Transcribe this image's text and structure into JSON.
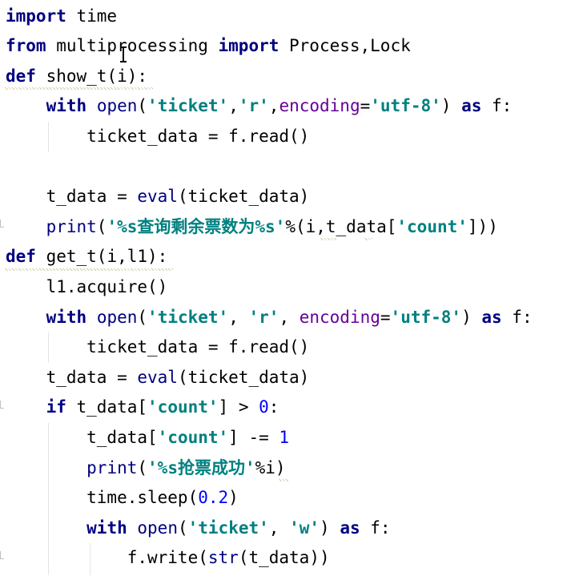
{
  "editor": {
    "lines": [
      [
        {
          "t": "import",
          "c": "kw"
        },
        {
          "t": " time",
          "c": "plain"
        }
      ],
      [
        {
          "t": "from",
          "c": "kw"
        },
        {
          "t": " multiprocessing ",
          "c": "plain"
        },
        {
          "t": "import",
          "c": "kw"
        },
        {
          "t": " Process,Lock",
          "c": "plain"
        }
      ],
      [
        {
          "t": "def",
          "c": "kw"
        },
        {
          "t": " show_t(i):",
          "c": "plain"
        }
      ],
      [
        {
          "t": "    ",
          "c": "plain"
        },
        {
          "t": "with",
          "c": "kw"
        },
        {
          "t": " ",
          "c": "plain"
        },
        {
          "t": "open",
          "c": "builtin"
        },
        {
          "t": "(",
          "c": "plain"
        },
        {
          "t": "'ticket'",
          "c": "str"
        },
        {
          "t": ",",
          "c": "plain"
        },
        {
          "t": "'r'",
          "c": "str"
        },
        {
          "t": ",",
          "c": "plain"
        },
        {
          "t": "encoding",
          "c": "param"
        },
        {
          "t": "=",
          "c": "plain"
        },
        {
          "t": "'utf-8'",
          "c": "str"
        },
        {
          "t": ") ",
          "c": "plain"
        },
        {
          "t": "as",
          "c": "kw"
        },
        {
          "t": " f:",
          "c": "plain"
        }
      ],
      [
        {
          "t": "        ticket_data = f.read()",
          "c": "plain"
        }
      ],
      [],
      [
        {
          "t": "    t_data = ",
          "c": "plain"
        },
        {
          "t": "eval",
          "c": "builtin"
        },
        {
          "t": "(ticket_data)",
          "c": "plain"
        }
      ],
      [
        {
          "t": "    ",
          "c": "plain"
        },
        {
          "t": "print",
          "c": "builtin"
        },
        {
          "t": "(",
          "c": "plain"
        },
        {
          "t": "'%s查询剩余票数为%s'",
          "c": "str"
        },
        {
          "t": "%(i,t_data[",
          "c": "plain"
        },
        {
          "t": "'count'",
          "c": "str"
        },
        {
          "t": "]))",
          "c": "plain"
        }
      ],
      [
        {
          "t": "def",
          "c": "kw"
        },
        {
          "t": " get_t(i,l1):",
          "c": "plain"
        }
      ],
      [
        {
          "t": "    l1.acquire()",
          "c": "plain"
        }
      ],
      [
        {
          "t": "    ",
          "c": "plain"
        },
        {
          "t": "with",
          "c": "kw"
        },
        {
          "t": " ",
          "c": "plain"
        },
        {
          "t": "open",
          "c": "builtin"
        },
        {
          "t": "(",
          "c": "plain"
        },
        {
          "t": "'ticket'",
          "c": "str"
        },
        {
          "t": ", ",
          "c": "plain"
        },
        {
          "t": "'r'",
          "c": "str"
        },
        {
          "t": ", ",
          "c": "plain"
        },
        {
          "t": "encoding",
          "c": "param"
        },
        {
          "t": "=",
          "c": "plain"
        },
        {
          "t": "'utf-8'",
          "c": "str"
        },
        {
          "t": ") ",
          "c": "plain"
        },
        {
          "t": "as",
          "c": "kw"
        },
        {
          "t": " f:",
          "c": "plain"
        }
      ],
      [
        {
          "t": "        ticket_data = f.read()",
          "c": "plain"
        }
      ],
      [
        {
          "t": "    t_data = ",
          "c": "plain"
        },
        {
          "t": "eval",
          "c": "builtin"
        },
        {
          "t": "(ticket_data)",
          "c": "plain"
        }
      ],
      [
        {
          "t": "    ",
          "c": "plain"
        },
        {
          "t": "if",
          "c": "kw"
        },
        {
          "t": " t_data[",
          "c": "plain"
        },
        {
          "t": "'count'",
          "c": "str"
        },
        {
          "t": "] > ",
          "c": "plain"
        },
        {
          "t": "0",
          "c": "num"
        },
        {
          "t": ":",
          "c": "plain"
        }
      ],
      [
        {
          "t": "        t_data[",
          "c": "plain"
        },
        {
          "t": "'count'",
          "c": "str"
        },
        {
          "t": "] -= ",
          "c": "plain"
        },
        {
          "t": "1",
          "c": "num"
        }
      ],
      [
        {
          "t": "        ",
          "c": "plain"
        },
        {
          "t": "print",
          "c": "builtin"
        },
        {
          "t": "(",
          "c": "plain"
        },
        {
          "t": "'%s抢票成功'",
          "c": "str"
        },
        {
          "t": "%i)",
          "c": "plain"
        }
      ],
      [
        {
          "t": "        time.sleep(",
          "c": "plain"
        },
        {
          "t": "0.2",
          "c": "num"
        },
        {
          "t": ")",
          "c": "plain"
        }
      ],
      [
        {
          "t": "        ",
          "c": "plain"
        },
        {
          "t": "with",
          "c": "kw"
        },
        {
          "t": " ",
          "c": "plain"
        },
        {
          "t": "open",
          "c": "builtin"
        },
        {
          "t": "(",
          "c": "plain"
        },
        {
          "t": "'ticket'",
          "c": "str"
        },
        {
          "t": ", ",
          "c": "plain"
        },
        {
          "t": "'w'",
          "c": "str"
        },
        {
          "t": ") ",
          "c": "plain"
        },
        {
          "t": "as",
          "c": "kw"
        },
        {
          "t": " f:",
          "c": "plain"
        }
      ],
      [
        {
          "t": "            f.write(",
          "c": "plain"
        },
        {
          "t": "str",
          "c": "builtin"
        },
        {
          "t": "(t_data))",
          "c": "plain"
        }
      ]
    ]
  },
  "colors": {
    "keyword": "#000080",
    "string": "#008080",
    "builtin": "#000080",
    "param": "#660099",
    "number": "#0000ff",
    "text": "#000000",
    "background": "#ffffff"
  },
  "icons": {
    "cursor": "text-cursor-icon"
  }
}
